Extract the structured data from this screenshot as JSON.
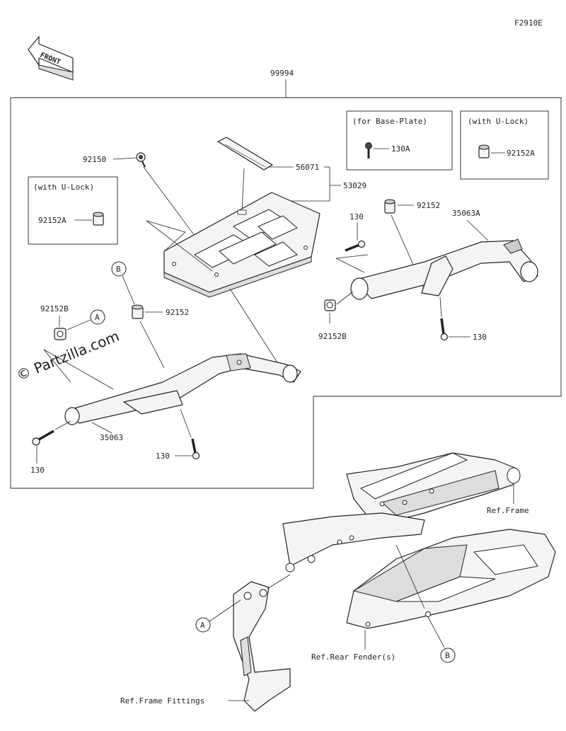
{
  "diagram_id": "F2910E",
  "front_label": "FRONT",
  "watermark": "© Partzilla.com",
  "assembly_number": "99994",
  "callouts": {
    "p92150": "92150",
    "p56071": "56071",
    "p53029": "53029",
    "p130_r": "130",
    "p92152_r": "92152",
    "p35063A": "35063A",
    "p92152B_r": "92152B",
    "p130_r2": "130",
    "pB_top": "B",
    "p92152_l": "92152",
    "p92152B_l": "92152B",
    "pA_top": "A",
    "p35063": "35063",
    "p130_l": "130",
    "p130_l2": "130",
    "pA_bottom": "A",
    "pB_bottom": "B"
  },
  "inset_base_plate": {
    "title": "(for Base-Plate)",
    "part": "130A"
  },
  "inset_ulock_right": {
    "title": "(with U-Lock)",
    "part": "92152A"
  },
  "inset_ulock_left": {
    "title": "(with U-Lock)",
    "part": "92152A"
  },
  "references": {
    "frame": "Ref.Frame",
    "rear_fender": "Ref.Rear Fender(s)",
    "frame_fittings": "Ref.Frame Fittings"
  }
}
